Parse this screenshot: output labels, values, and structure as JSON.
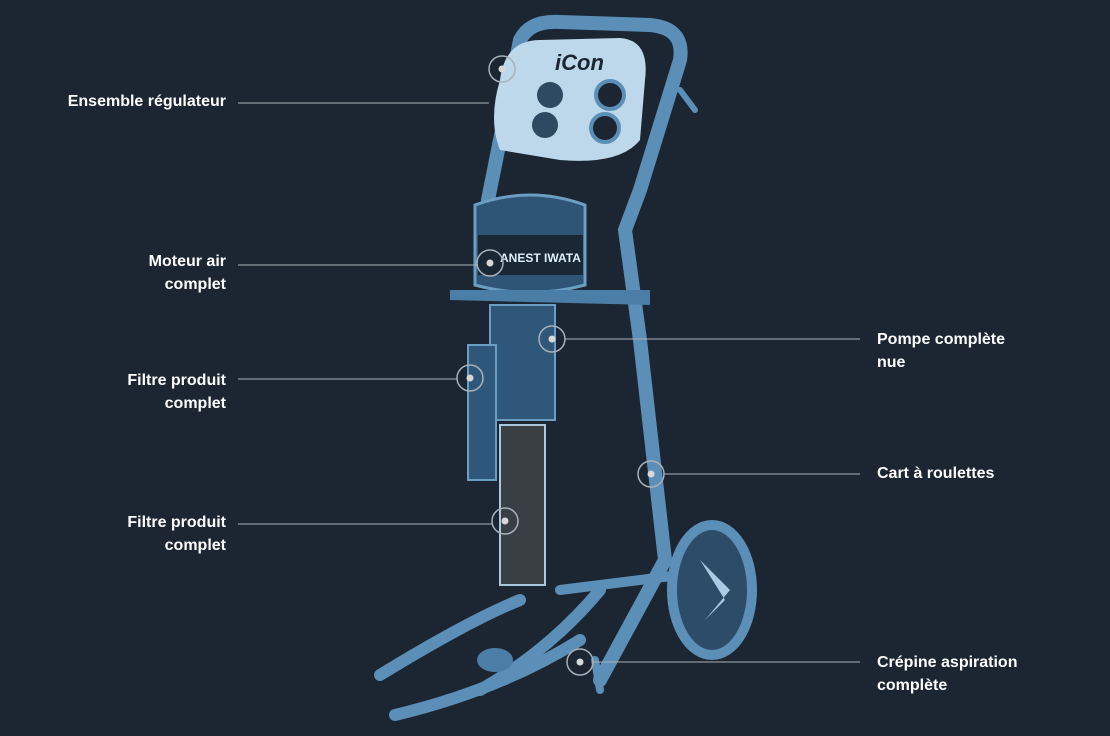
{
  "labels": {
    "regulateur": "Ensemble régulateur",
    "moteur_1": "Moteur air",
    "moteur_2": "complet",
    "filtre1_1": "Filtre produit",
    "filtre1_2": "complet",
    "filtre2_1": "Filtre produit",
    "filtre2_2": "complet",
    "pompe_1": "Pompe complète",
    "pompe_2": "nue",
    "cart": "Cart à roulettes",
    "crepine_1": "Crépine aspiration",
    "crepine_2": "complète"
  },
  "logos": {
    "brand": "iCon",
    "maker": "ANEST IWATA"
  },
  "colors": {
    "background": "#1c2632",
    "machine": "#5b8fb8",
    "highlight": "#cfe6f5",
    "line": "#a9b1b8"
  }
}
